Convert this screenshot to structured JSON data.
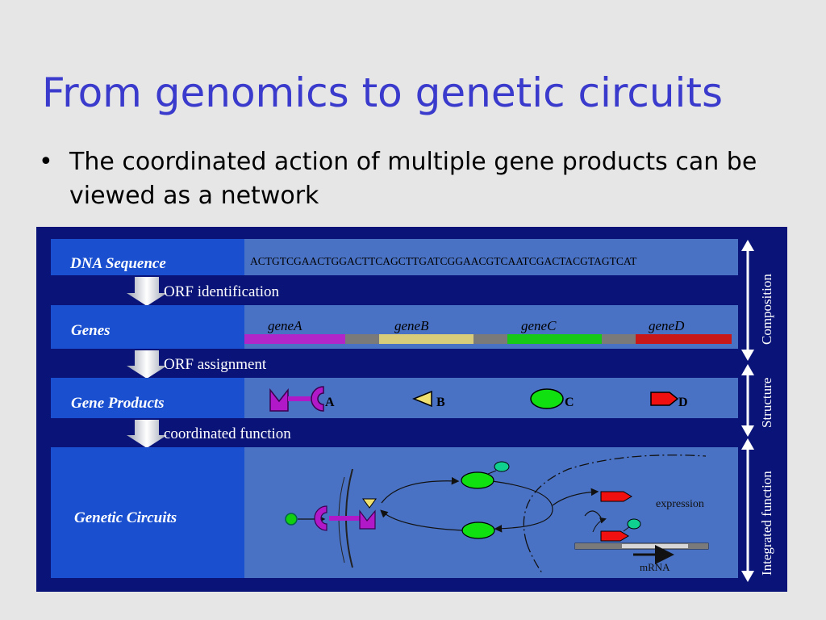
{
  "slide": {
    "title": "From genomics to genetic circuits",
    "bullets": [
      {
        "text": "The coordinated action of multiple gene products can be viewed as a network"
      }
    ]
  },
  "diagram": {
    "rows": {
      "dna": {
        "label": "DNA Sequence",
        "sequence": "ACTGTCGAACTGGACTTCAGCTTGATCGGAACGTCAATCGACTACGTAGTCAT"
      },
      "genes": {
        "label": "Genes",
        "names": [
          "geneA",
          "geneB",
          "geneC",
          "geneD"
        ]
      },
      "products": {
        "label": "Gene Products",
        "names": [
          "A",
          "B",
          "C",
          "D"
        ]
      },
      "circuits": {
        "label": "Genetic Circuits",
        "expression": "expression",
        "mrna": "mRNA"
      }
    },
    "steps": [
      "ORF identification",
      "ORF assignment",
      "coordinated function"
    ],
    "side_labels": [
      "Composition",
      "Structure",
      "Integrated function"
    ],
    "colors": {
      "background": "#0a1478",
      "row_band": "#4a72c4",
      "label_panel": "#1a4fd0",
      "gene_a": "#b026c8",
      "gene_b": "#d8cc7a",
      "gene_c": "#18c818",
      "gene_d": "#c81818",
      "spacer": "#7a7a7a",
      "receptor": "#b018c8",
      "product_c": "#10e010",
      "product_d": "#f01010"
    }
  }
}
